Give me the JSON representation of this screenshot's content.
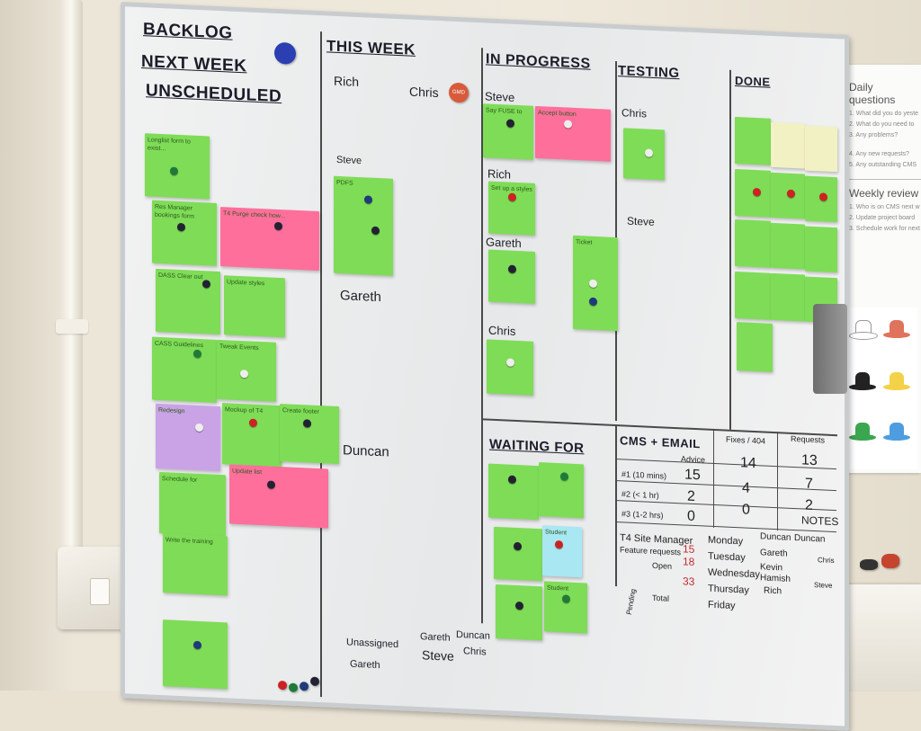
{
  "columns": {
    "backlog": "BACKLOG",
    "next_week": "NEXT WEEK",
    "unscheduled": "UNSCHEDULED",
    "this_week": "THIS WEEK",
    "in_progress": "IN PROGRESS",
    "testing": "TESTING",
    "done": "DONE",
    "waiting_for": "WAITING FOR"
  },
  "names": {
    "this_week_rich": "Rich",
    "this_week_chris": "Chris",
    "this_week_steve": "Steve",
    "this_week_gareth": "Gareth",
    "this_week_duncan": "Duncan",
    "inprog_steve": "Steve",
    "inprog_rich": "Rich",
    "inprog_gareth": "Gareth",
    "inprog_chris": "Chris",
    "testing_chris": "Chris",
    "testing_steve": "Steve",
    "footer_unassigned": "Unassigned",
    "footer_gareth": "Gareth",
    "footer_gareth2": "Gareth",
    "footer_duncan": "Duncan",
    "footer_steve": "Steve",
    "footer_chris": "Chris",
    "magnet_label": "GMD"
  },
  "stats": {
    "title": "CMS + EMAIL",
    "col_advice": "Advice",
    "col_fixes": "Fixes / 404",
    "col_requests": "Requests",
    "rows": [
      {
        "label": "#1 (10 mins)",
        "advice": "15",
        "fixes": "14",
        "requests": "13"
      },
      {
        "label": "#2 (< 1 hr)",
        "advice": "2",
        "fixes": "4",
        "requests": "7"
      },
      {
        "label": "#3 (1-2 hrs)",
        "advice": "0",
        "fixes": "0",
        "requests": "2"
      }
    ],
    "notes": "NOTES",
    "t4_title": "T4 Site Manager",
    "feature_requests": "Feature requests",
    "feature_requests_value": "15",
    "open": "Open",
    "open_value": "18",
    "total": "Total",
    "total_value": "33",
    "pending": "Pending",
    "days": [
      "Monday",
      "Tuesday",
      "Wednesday",
      "Thursday",
      "Friday"
    ],
    "rota": [
      "Duncan",
      "Gareth",
      "Kevin",
      "Hamish",
      "Rich"
    ],
    "rota_duncan2": "Duncan",
    "rota_chris": "Chris",
    "rota_steve": "Steve"
  },
  "poster": {
    "daily_title": "Daily questions",
    "daily_items": [
      "1. What did you do yeste",
      "2. What do you need to",
      "3. Any problems?",
      "4. Any new requests?",
      "5. Any outstanding CMS"
    ],
    "weekly_title": "Weekly review",
    "weekly_items": [
      "1. Who is on CMS next w",
      "2. Update project board",
      "3. Schedule work for next"
    ]
  },
  "colors": {
    "green_note": "#7fdc57",
    "pink_note": "#ff6f9c",
    "purple_note": "#c9a3e6",
    "yellow_note": "#f2f1c4",
    "blue_note": "#a9e7f3",
    "board": "#ecedee",
    "ink": "#1c1c2a"
  },
  "notes_text": {
    "n1": "Longlist form to exist...",
    "n2": "Res Manager bookings form",
    "n3": "T4 Purge check how...",
    "n4": "DASS Clear out",
    "n5": "Update styles",
    "n6": "CASS Guidelines",
    "n7": "Tweak Events",
    "n8": "Redesign",
    "n9": "Mockup of T4",
    "n10": "Create footer",
    "n11": "Schedule for",
    "n12": "Update list",
    "n13": "Write the training",
    "n14": "PDFS",
    "n15": "Say FUSE to",
    "n16": "Accept button",
    "n17": "Set up a styles",
    "n18": "Ticket",
    "n19": "Student",
    "n20": "Student"
  }
}
